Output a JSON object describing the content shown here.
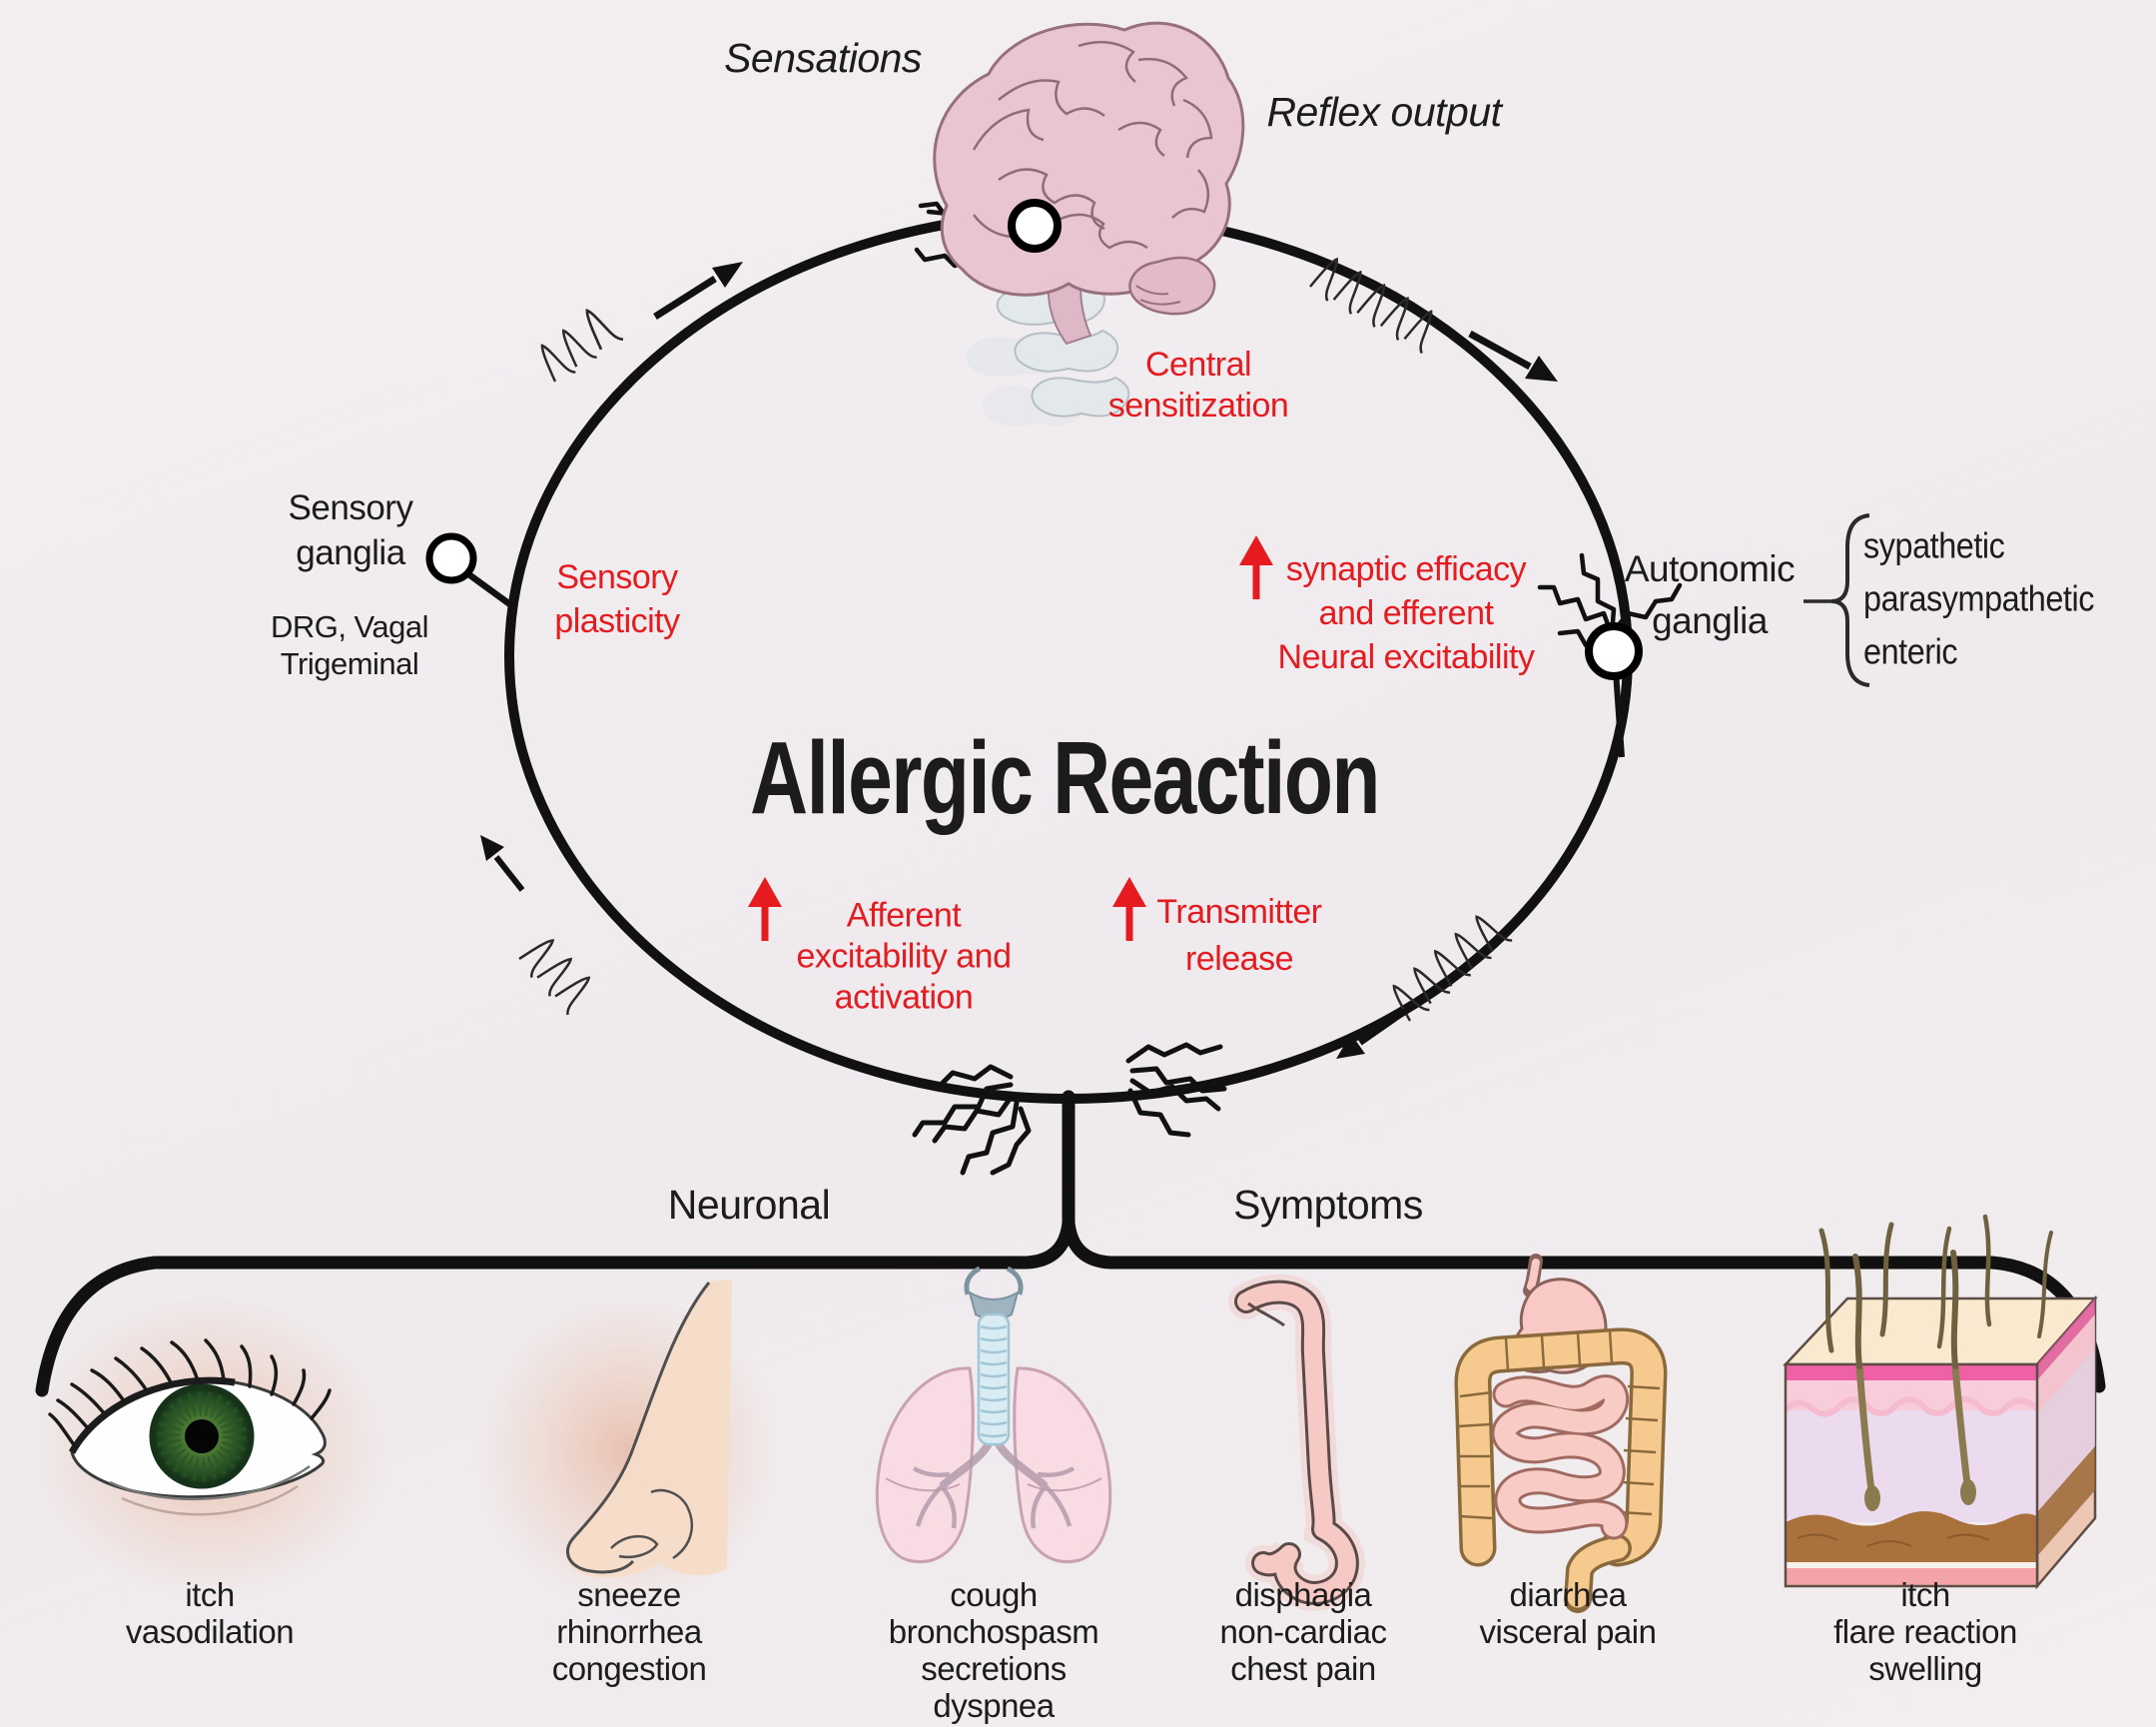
{
  "figure": {
    "title": "Allergic Reaction",
    "top_labels": {
      "sensations": "Sensations",
      "reflex_output": "Reflex output"
    },
    "cycle": {
      "central_sensitization": "Central\nsensitization",
      "sensory_plasticity": "Sensory\nplasticity",
      "synaptic_efficacy": "synaptic efficacy\nand efferent\nNeural excitability",
      "afferent_excitability": "Afferent\nexcitability and\nactivation",
      "transmitter_release": "Transmitter\nrelease"
    },
    "ganglia": {
      "sensory_label": "Sensory\nganglia",
      "sensory_sublabel": "DRG, Vagal\nTrigeminal",
      "autonomic_label": "Autonomic\nganglia",
      "autonomic_types": "sypathetic\nparasympathetic\nenteric"
    },
    "bottom_headers": {
      "neuronal": "Neuronal",
      "symptoms": "Symptoms"
    },
    "organs": [
      {
        "name": "eye-icon",
        "symptoms": "itch\nvasodilation"
      },
      {
        "name": "nose-icon",
        "symptoms": "sneeze\nrhinorrhea\ncongestion"
      },
      {
        "name": "lungs-airway-icon",
        "symptoms": "cough\nbronchospasm\nsecretions\ndyspnea"
      },
      {
        "name": "esophagus-icon",
        "symptoms": "disphagia\nnon-cardiac\nchest pain"
      },
      {
        "name": "intestines-icon",
        "symptoms": "diarrhea\nvisceral pain"
      },
      {
        "name": "skin-icon",
        "symptoms": "itch\nflare reaction\nswelling"
      }
    ],
    "colors": {
      "background": "#f1edef",
      "ink": "#1c1c1c",
      "accent_red": "#e51b1f",
      "brain_pink": "#e9c4d1",
      "lung_pink": "#f8dbe3",
      "trachea_blue": "#d9ecf4",
      "intestine_orange": "#f6ca8e",
      "skin_dermis": "#ecdbee",
      "skin_subcutis": "#a9713c"
    }
  }
}
